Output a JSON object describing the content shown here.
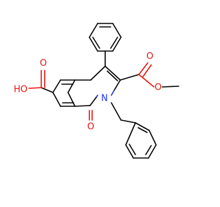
{
  "structure": {
    "atoms": {
      "o_carbonyl": "O",
      "o_ester_carbonyl": "O",
      "o_ester_ether": "O",
      "o_acid_carbonyl": "O",
      "o_acid_hydroxyl": "HO",
      "n_ring": "N"
    },
    "colors": {
      "bond": "#000000",
      "oxygen": "#e8120b",
      "nitrogen": "#2030e6"
    }
  }
}
